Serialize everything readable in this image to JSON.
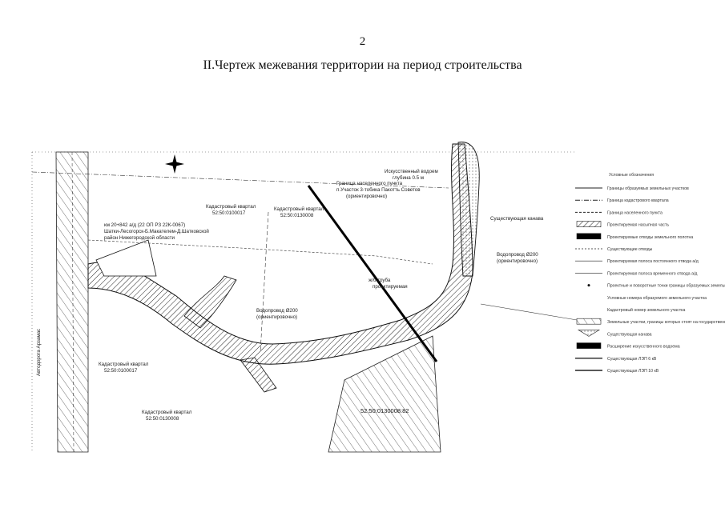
{
  "page_number": "2",
  "title": "II.Чертеж межевания территории на период строительства",
  "map_labels": {
    "quarter_017_top": "Кадастровый квартал",
    "quarter_017_top_num": "52:50:0100017",
    "quarter_008_top": "Кадастровый квартал",
    "quarter_008_top_num": "52:50:0130008",
    "quarter_017_left": "Кадастровый квартал",
    "quarter_017_left_num": "52:50:0100017",
    "quarter_008_bottom": "Кадастровый квартал",
    "quarter_008_bottom_num": "52:50:0130008",
    "bottom_parcel": "52:50:0130008:82",
    "road_note_1": "км 20+842 а/д (22 ОП РЗ 22К-0067)",
    "road_note_2": "Шатки-Лесогорск-Б.Макателем-Д.Шатковской",
    "road_note_3": "район Нижегородской области",
    "settlement_boundary_1": "Граница населенного пункта",
    "settlement_boundary_2": "п.Участок 3-тобика Пакотть Советов",
    "settlement_boundary_3": "(ориентировочно)",
    "reservoir": "Искусственный водоем",
    "reservoir_depth": "глубина 0.5 м",
    "water_pipe_1": "Водопровод Ø200",
    "water_pipe_1b": "(ориентировочно)",
    "water_pipe_2": "Водопровод Ø200",
    "water_pipe_2b": "(ориентировочно)",
    "pipe_note": "ж/б труба",
    "pipe_note_b": "проектируемая",
    "existing_drain": "Существующая канава",
    "road_side": "Автодорога Арзамас"
  },
  "legend": {
    "title": "Условные обозначения",
    "items": [
      "Границы образуемых земельных участков",
      "Граница кадастрового квартала",
      "Граница населенного пункта",
      "Проектируемая насыпная часть",
      "Проектируемые отводы земельного полотна",
      "Существующие отводы",
      "Проектируемая полоса постоянного отвода а/д",
      "Проектируемая полоса временного отвода а/д",
      "Проектные и поворотные точки границы образуемых земельных участков",
      "Условные номера образуемого земельного участка",
      "Кадастровый номер земельного участка",
      "Земельные участки, границы которых стоят на государственном кадастровом учете",
      "Существующая канава",
      "Расширение искусственного водоема",
      "Существующая ЛЭП 6 кВ",
      "Существующая ЛЭП 10 кВ"
    ]
  },
  "icons": [
    "north-arrow-icon"
  ]
}
